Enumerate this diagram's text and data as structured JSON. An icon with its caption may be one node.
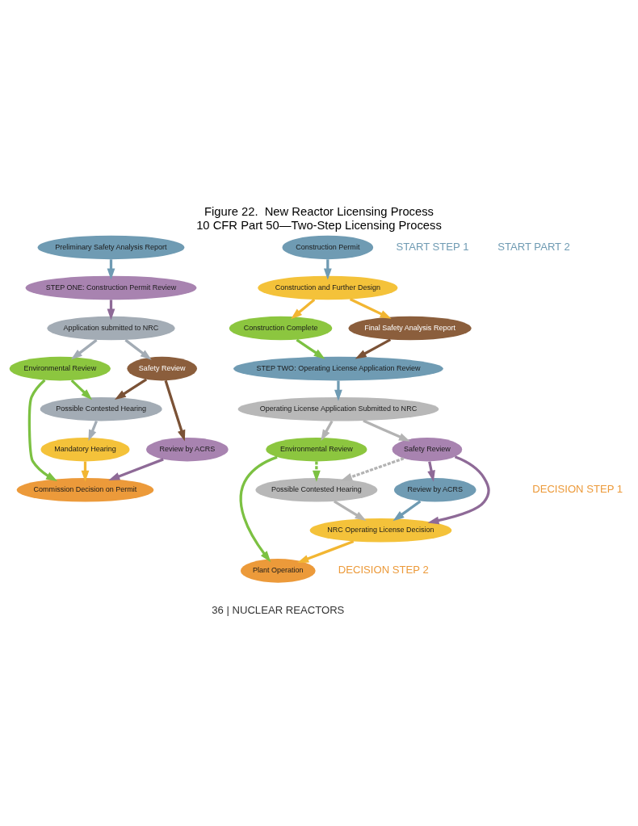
{
  "diagram": {
    "title": "10 CFR Part 50—Two-Step Licensing Process",
    "caption": "Figure 22.  New Reactor Licensing Process",
    "nodes": [
      {
        "text": [
          "Preliminary Safety Analysis Report"
        ]
      },
      {
        "text": [
          "STEP ONE: Construction Permit Review"
        ]
      },
      {
        "text": [
          "Application submitted to NRC"
        ]
      },
      {
        "text": [
          "Environmental Review"
        ]
      },
      {
        "text": [
          "Safety Review"
        ]
      },
      {
        "text": [
          "Possible Contested Hearing"
        ]
      },
      {
        "text": [
          "Review by ACRS"
        ]
      },
      {
        "text": [
          "Mandatory Hearing"
        ]
      },
      {
        "text": [
          "Commission Decision on Permit"
        ]
      },
      {
        "text": [
          "Construction Permit"
        ]
      },
      {
        "text": [
          "Construction and Further Design"
        ]
      },
      {
        "text": [
          "Construction Complete"
        ]
      },
      {
        "text": [
          "Final Safety Analysis Report"
        ]
      },
      {
        "text": [
          "STEP TWO: Operating License Application Review"
        ]
      },
      {
        "text": [
          "Operating License Application Submitted to NRC"
        ]
      },
      {
        "text": [
          "Environmental Review"
        ]
      },
      {
        "text": [
          "Safety Review"
        ]
      },
      {
        "text": [
          "Possible Contested Hearing"
        ]
      },
      {
        "text": [
          "Review by ACRS"
        ]
      },
      {
        "text": [
          "NRC Operating License Decision"
        ]
      },
      {
        "text": [
          "Plant Operation"
        ]
      }
    ],
    "edges": [
      {
        "from": 0,
        "to": 1,
        "arrow": "to",
        "color": "#6f9bb3"
      },
      {
        "from": 1,
        "to": 2,
        "arrow": "to",
        "color": "#8e6a97"
      },
      {
        "from": 2,
        "to": 3,
        "arrow": "to",
        "color": "#a3acb5"
      },
      {
        "from": 2,
        "to": 4,
        "arrow": "to",
        "color": "#a3acb5"
      },
      {
        "from": 3,
        "to": 5,
        "arrow": "to",
        "color": "#7cc142"
      },
      {
        "from": 3,
        "to": 8,
        "arrow": "to",
        "color": "#7cc142"
      },
      {
        "from": 4,
        "to": 5,
        "arrow": "to",
        "color": "#7b5236"
      },
      {
        "from": 4,
        "to": 6,
        "arrow": "to",
        "color": "#7b5236"
      },
      {
        "from": 5,
        "to": 7,
        "arrow": "to",
        "color": "#a3acb5"
      },
      {
        "from": 6,
        "to": 8,
        "arrow": "to",
        "color": "#8e6a97"
      },
      {
        "from": 7,
        "to": 8,
        "arrow": "to",
        "color": "#f2b632"
      },
      {
        "from": 9,
        "to": 10,
        "arrow": "to",
        "color": "#6f9bb3"
      },
      {
        "from": 10,
        "to": 11,
        "arrow": "to",
        "color": "#f2b632"
      },
      {
        "from": 10,
        "to": 12,
        "arrow": "to",
        "color": "#f2b632"
      },
      {
        "from": 11,
        "to": 13,
        "arrow": "to",
        "color": "#7cc142"
      },
      {
        "from": 12,
        "to": 13,
        "arrow": "to",
        "color": "#7b5236"
      },
      {
        "from": 13,
        "to": 14,
        "arrow": "to",
        "color": "#6f9bb3"
      },
      {
        "from": 14,
        "to": 15,
        "arrow": "to",
        "color": "#b3b3b3"
      },
      {
        "from": 14,
        "to": 16,
        "arrow": "to",
        "color": "#b3b3b3"
      },
      {
        "from": 15,
        "to": 17,
        "arrow": "to",
        "style": "dashed",
        "color": "#7cc142"
      },
      {
        "from": 16,
        "to": 17,
        "arrow": "to",
        "style": "dashed",
        "color": "#b3b3b3"
      },
      {
        "from": 16,
        "to": 18,
        "arrow": "to",
        "color": "#8e6a97"
      },
      {
        "from": 16,
        "to": 19,
        "arrow": "to",
        "color": "#8e6a97"
      },
      {
        "from": 17,
        "to": 19,
        "arrow": "to",
        "color": "#b3b3b3"
      },
      {
        "from": 18,
        "to": 19,
        "arrow": "to",
        "color": "#6f9bb3"
      },
      {
        "from": 15,
        "to": 20,
        "arrow": "to",
        "color": "#7cc142"
      },
      {
        "from": 19,
        "to": 20,
        "arrow": "to",
        "color": "#f2b632"
      }
    ],
    "labels": [
      "START STEP 1",
      "DECISION STEP 1",
      "START PART 2",
      "DECISION STEP 2",
      "36 | NUCLEAR REACTORS"
    ]
  }
}
